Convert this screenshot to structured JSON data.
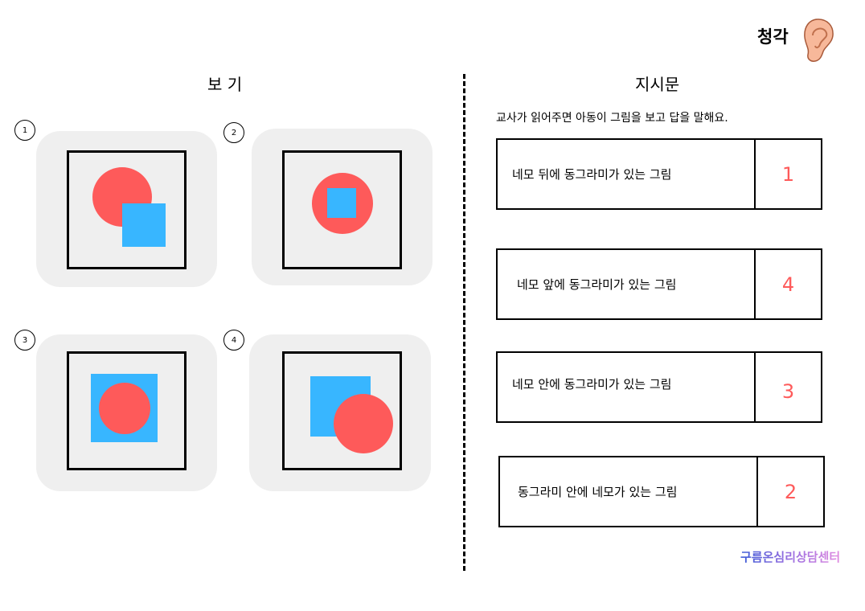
{
  "header": {
    "title": "청각",
    "icon": "ear-icon"
  },
  "left": {
    "title": "보 기",
    "options": [
      "1",
      "2",
      "3",
      "4"
    ]
  },
  "right": {
    "title": "지시문",
    "instruction": "교사가 읽어주면 아동이 그림을 보고 답을 말해요.",
    "items": [
      {
        "text": "네모 뒤에 동그라미가 있는 그림",
        "answer": "1"
      },
      {
        "text": "네모 앞에 동그라미가 있는 그림",
        "answer": "4"
      },
      {
        "text": "네모 안에 동그라미가 있는 그림",
        "answer": "3"
      },
      {
        "text": "동그라미 안에 네모가 있는 그림",
        "answer": "2"
      }
    ]
  },
  "footer": {
    "brand": "구름온심리상담센터"
  },
  "colors": {
    "circle": "#fe5a5a",
    "square": "#38b6ff",
    "panel": "#efefef"
  }
}
